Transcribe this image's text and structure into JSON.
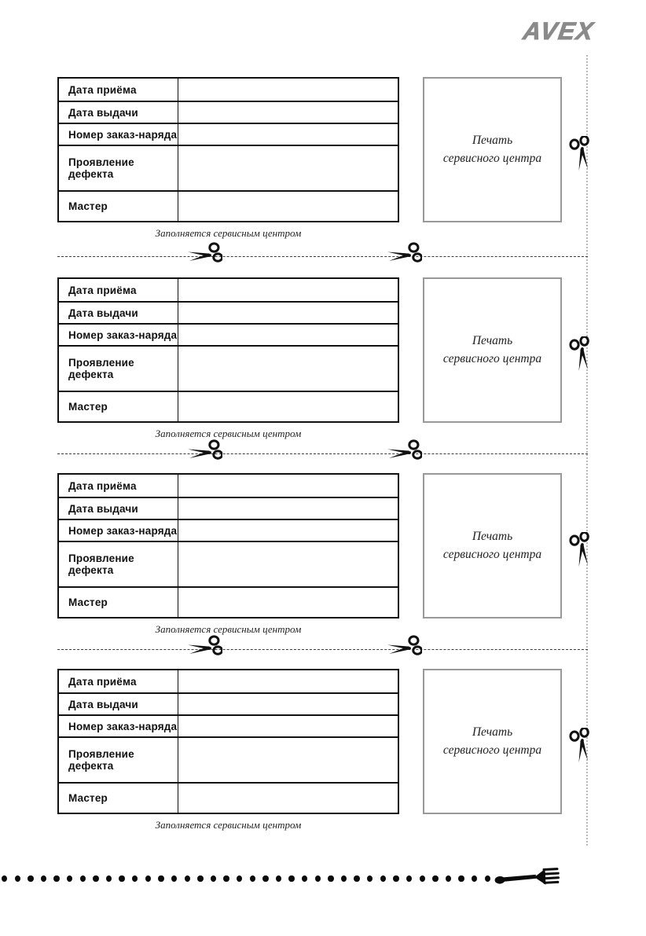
{
  "brand": {
    "logo_text": "AVEX"
  },
  "coupon_count": 4,
  "coupon": {
    "rows": [
      {
        "label": "Дата приёма",
        "value": ""
      },
      {
        "label": "Дата выдачи",
        "value": ""
      },
      {
        "label": "Номер заказ-наряда",
        "value": ""
      },
      {
        "label": "Проявление дефекта",
        "value": ""
      },
      {
        "label": "Мастер",
        "value": ""
      }
    ],
    "stamp_line1": "Печать",
    "stamp_line2": "сервисного центра",
    "caption": "Заполняется сервисным центром"
  },
  "icons": {
    "scissors": "✂",
    "fork": "🍴"
  },
  "colors": {
    "logo": "#8a8a8a",
    "ink": "#111111",
    "table_border": "#111111",
    "stamp_border": "#999999",
    "cut_line": "#3c3c3c",
    "fold_line": "#b9b9b9"
  },
  "footer": {
    "dots_count": 38
  }
}
